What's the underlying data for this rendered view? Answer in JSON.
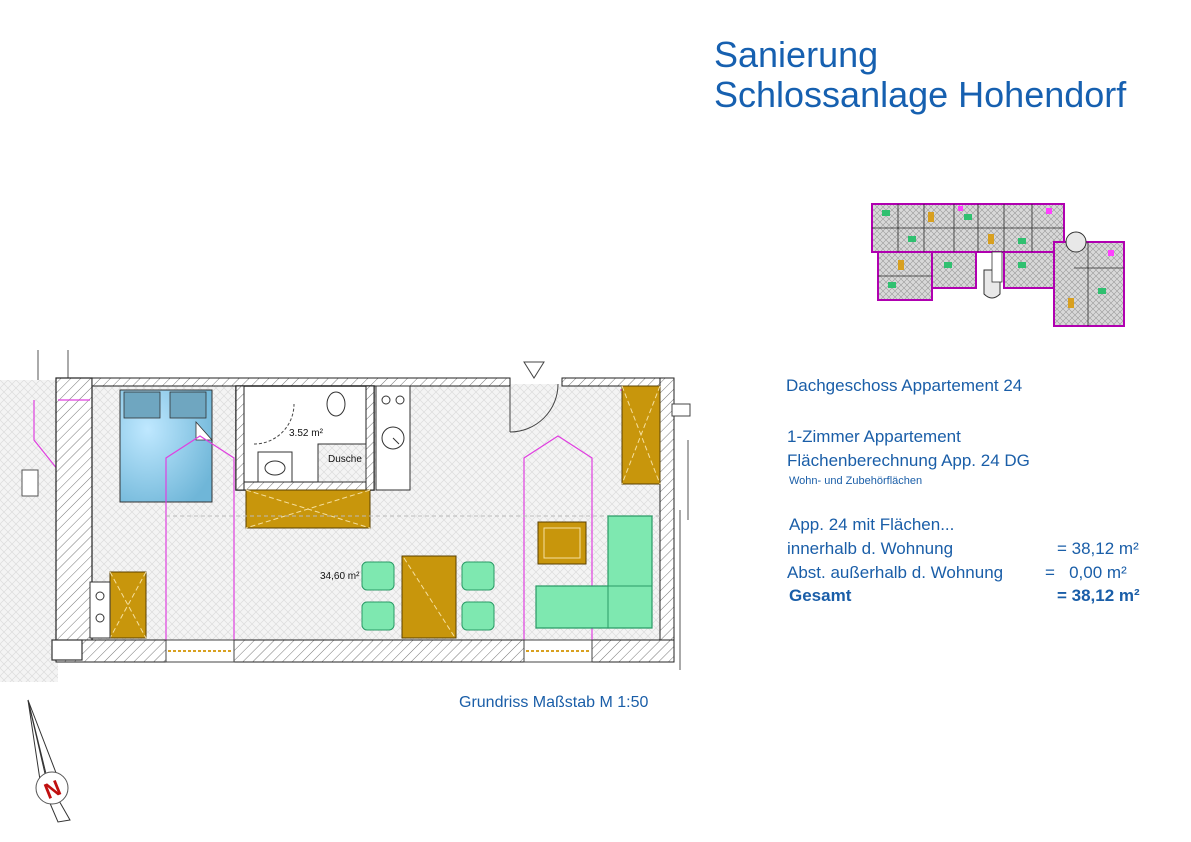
{
  "header": {
    "title_line1": "Sanierung",
    "title_line2": "Schlossanlage Hohendorf"
  },
  "info": {
    "floor_title": "Dachgeschoss Appartement 24",
    "type": "1-Zimmer Appartement",
    "calc_title": "Flächenberechnung App. 24 DG",
    "calc_subtitle": "Wohn- und Zubehörflächen",
    "areas_header": "App. 24 mit Flächen...",
    "rows": [
      {
        "label": "innerhalb d. Wohnung",
        "value": "= 38,12 m²"
      },
      {
        "label": "Abst. außerhalb d. Wohnung",
        "value": "=   0,00 m²"
      }
    ],
    "total": {
      "label": "Gesamt",
      "value": "= 38,12 m²"
    }
  },
  "plan": {
    "bath_area": "3.52 m²",
    "shower_label": "Dusche",
    "living_area": "34,60 m²",
    "caption": "Grundriss Maßstab M 1:50"
  },
  "compass": {
    "letter": "N"
  },
  "colors": {
    "title_blue": "#1660b0",
    "wood": "#c8960c",
    "bed_blue": "#8ec9e6",
    "sofa_green": "#7ee8b0",
    "pink_lines": "#e040e0"
  }
}
